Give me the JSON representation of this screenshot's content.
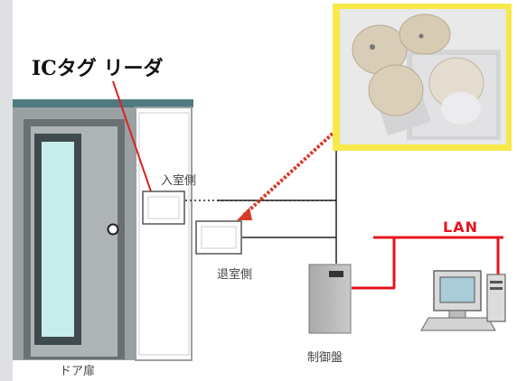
{
  "labels": {
    "ic_tag_reader": "ICタグ リーダ",
    "entry_side": "入室側",
    "exit_side": "退室側",
    "control_panel": "制御盤",
    "door": "ドア扉",
    "lan": "LAN"
  },
  "colors": {
    "photo_frame": "#f7e94a",
    "wiring_red": "#d9221f",
    "lan_red": "#e8141c",
    "dotted_arrow": "#d63a2a",
    "wall_teal": "#4f7a80",
    "door_frame": "#7f8588",
    "door_glass": "#c7ecec"
  },
  "icons": [
    "ic-tag-photo",
    "door-knob",
    "card-reader-entry",
    "card-reader-exit",
    "control-panel-cabinet",
    "desktop-computer"
  ]
}
